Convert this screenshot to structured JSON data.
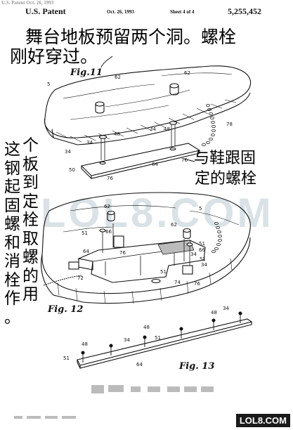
{
  "header": {
    "faint_line": "U.S. Patent  Oct. 26, 1993",
    "title": "U.S. Patent",
    "date": "Oct. 26, 1993",
    "sheet": "Sheet 4 of 4",
    "number": "5,255,452"
  },
  "annotations": {
    "top_line1": "舞台地板预留两个洞。螺栓",
    "top_line2": "刚好穿过。",
    "left_col1": [
      "这",
      "钢",
      "起",
      "固",
      "螺",
      "和",
      "消",
      "栓",
      "作",
      "。"
    ],
    "left_col2": [
      "个",
      "板",
      "到",
      "定",
      "栓",
      "取",
      "螺",
      "的",
      "用"
    ],
    "right_line1": "与鞋跟固",
    "right_line2": "定的螺栓"
  },
  "figures": {
    "fig11": "Fig.11",
    "fig12": "Fig. 12",
    "fig13": "Fig. 13"
  },
  "labels": {
    "fig11": [
      "5",
      "62",
      "62",
      "48",
      "34",
      "78",
      "34",
      "48",
      "64",
      "50",
      "76",
      "76"
    ],
    "fig12": [
      "5",
      "62",
      "62",
      "51",
      "66",
      "66",
      "51",
      "64",
      "76",
      "34",
      "34",
      "72",
      "74",
      "51",
      "51",
      "76"
    ],
    "fig13": [
      "48",
      "34",
      "48",
      "51",
      "48",
      "34",
      "51",
      "64"
    ]
  },
  "watermark": "LOL8.COM",
  "logo": "LOL8.COM"
}
